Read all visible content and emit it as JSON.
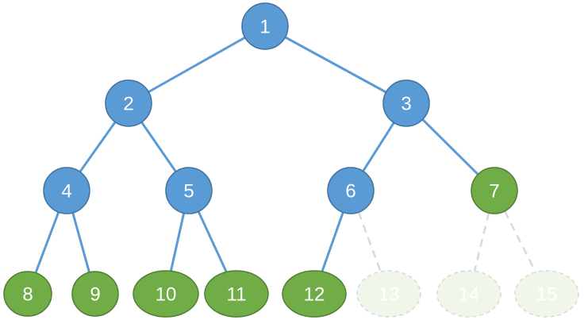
{
  "diagram": {
    "type": "binary-tree",
    "colors": {
      "internal_fill": "#5b9bd5",
      "internal_stroke": "#41719c",
      "leaf_fill": "#70ad47",
      "leaf_stroke": "#507e32",
      "ghost_fill": "#f0f6ea",
      "ghost_stroke": "#d9d9d9",
      "edge": "#5b9bd5",
      "ghost_edge": "#d9d9d9"
    },
    "nodes": [
      {
        "id": "1",
        "label": "1",
        "kind": "internal"
      },
      {
        "id": "2",
        "label": "2",
        "kind": "internal"
      },
      {
        "id": "3",
        "label": "3",
        "kind": "internal"
      },
      {
        "id": "4",
        "label": "4",
        "kind": "internal"
      },
      {
        "id": "5",
        "label": "5",
        "kind": "internal"
      },
      {
        "id": "6",
        "label": "6",
        "kind": "internal"
      },
      {
        "id": "7",
        "label": "7",
        "kind": "leaf"
      },
      {
        "id": "8",
        "label": "8",
        "kind": "leaf"
      },
      {
        "id": "9",
        "label": "9",
        "kind": "leaf"
      },
      {
        "id": "10",
        "label": "10",
        "kind": "leaf"
      },
      {
        "id": "11",
        "label": "11",
        "kind": "leaf"
      },
      {
        "id": "12",
        "label": "12",
        "kind": "leaf"
      },
      {
        "id": "13",
        "label": "13",
        "kind": "ghost"
      },
      {
        "id": "14",
        "label": "14",
        "kind": "ghost"
      },
      {
        "id": "15",
        "label": "15",
        "kind": "ghost"
      }
    ],
    "edges": [
      {
        "from": "1",
        "to": "2",
        "style": "solid"
      },
      {
        "from": "1",
        "to": "3",
        "style": "solid"
      },
      {
        "from": "2",
        "to": "4",
        "style": "solid"
      },
      {
        "from": "2",
        "to": "5",
        "style": "solid"
      },
      {
        "from": "3",
        "to": "6",
        "style": "solid"
      },
      {
        "from": "3",
        "to": "7",
        "style": "solid"
      },
      {
        "from": "4",
        "to": "8",
        "style": "solid"
      },
      {
        "from": "4",
        "to": "9",
        "style": "solid"
      },
      {
        "from": "5",
        "to": "10",
        "style": "solid"
      },
      {
        "from": "5",
        "to": "11",
        "style": "solid"
      },
      {
        "from": "6",
        "to": "12",
        "style": "solid"
      },
      {
        "from": "6",
        "to": "13",
        "style": "dashed"
      },
      {
        "from": "7",
        "to": "14",
        "style": "dashed"
      },
      {
        "from": "7",
        "to": "15",
        "style": "dashed"
      }
    ]
  }
}
